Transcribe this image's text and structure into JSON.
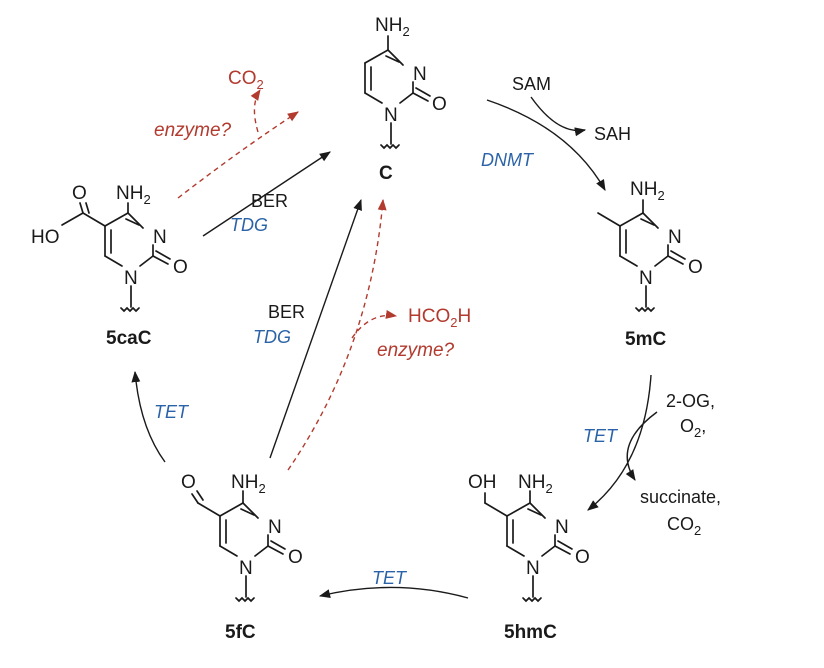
{
  "colors": {
    "enzyme": "#2b63a8",
    "unknown": "#b23a2e",
    "ink": "#1a1a1a"
  },
  "compounds": {
    "c": {
      "name": "C",
      "nh2": "NH",
      "nh2_sub": "2",
      "n3": "N",
      "n1": "N",
      "o": "O"
    },
    "m5c": {
      "name": "5mC",
      "nh2": "NH",
      "nh2_sub": "2",
      "n3": "N",
      "n1": "N",
      "o": "O"
    },
    "hm5c": {
      "name": "5hmC",
      "oh": "OH",
      "nh2": "NH",
      "nh2_sub": "2",
      "n3": "N",
      "n1": "N",
      "o": "O"
    },
    "f5c": {
      "name": "5fC",
      "ald_o": "O",
      "nh2": "NH",
      "nh2_sub": "2",
      "n3": "N",
      "n1": "N",
      "o": "O"
    },
    "ca5c": {
      "name": "5caC",
      "acid_o": "O",
      "ho": "HO",
      "nh2": "NH",
      "nh2_sub": "2",
      "n3": "N",
      "n1": "N",
      "o": "O"
    }
  },
  "steps": {
    "methylation": {
      "cofactor_in": "SAM",
      "cofactor_out": "SAH",
      "enzyme": "DNMT"
    },
    "oxidation1": {
      "enzyme": "TET",
      "in_1": "2-OG,",
      "in_2_main": "O",
      "in_2_sub": "2",
      "in_2_end": ",",
      "out_1": "succinate,",
      "out_2_main": "CO",
      "out_2_sub": "2"
    },
    "oxidation2": {
      "enzyme": "TET"
    },
    "oxidation3": {
      "enzyme": "TET"
    },
    "ber_5fc": {
      "label": "BER",
      "enzyme": "TDG"
    },
    "ber_5cac": {
      "label": "BER",
      "enzyme": "TDG"
    },
    "deform": {
      "product_main": "HCO",
      "product_sub": "2",
      "product_end": "H",
      "enzyme": "enzyme?"
    },
    "decarbox": {
      "product_main": "CO",
      "product_sub": "2",
      "enzyme": "enzyme?"
    }
  }
}
